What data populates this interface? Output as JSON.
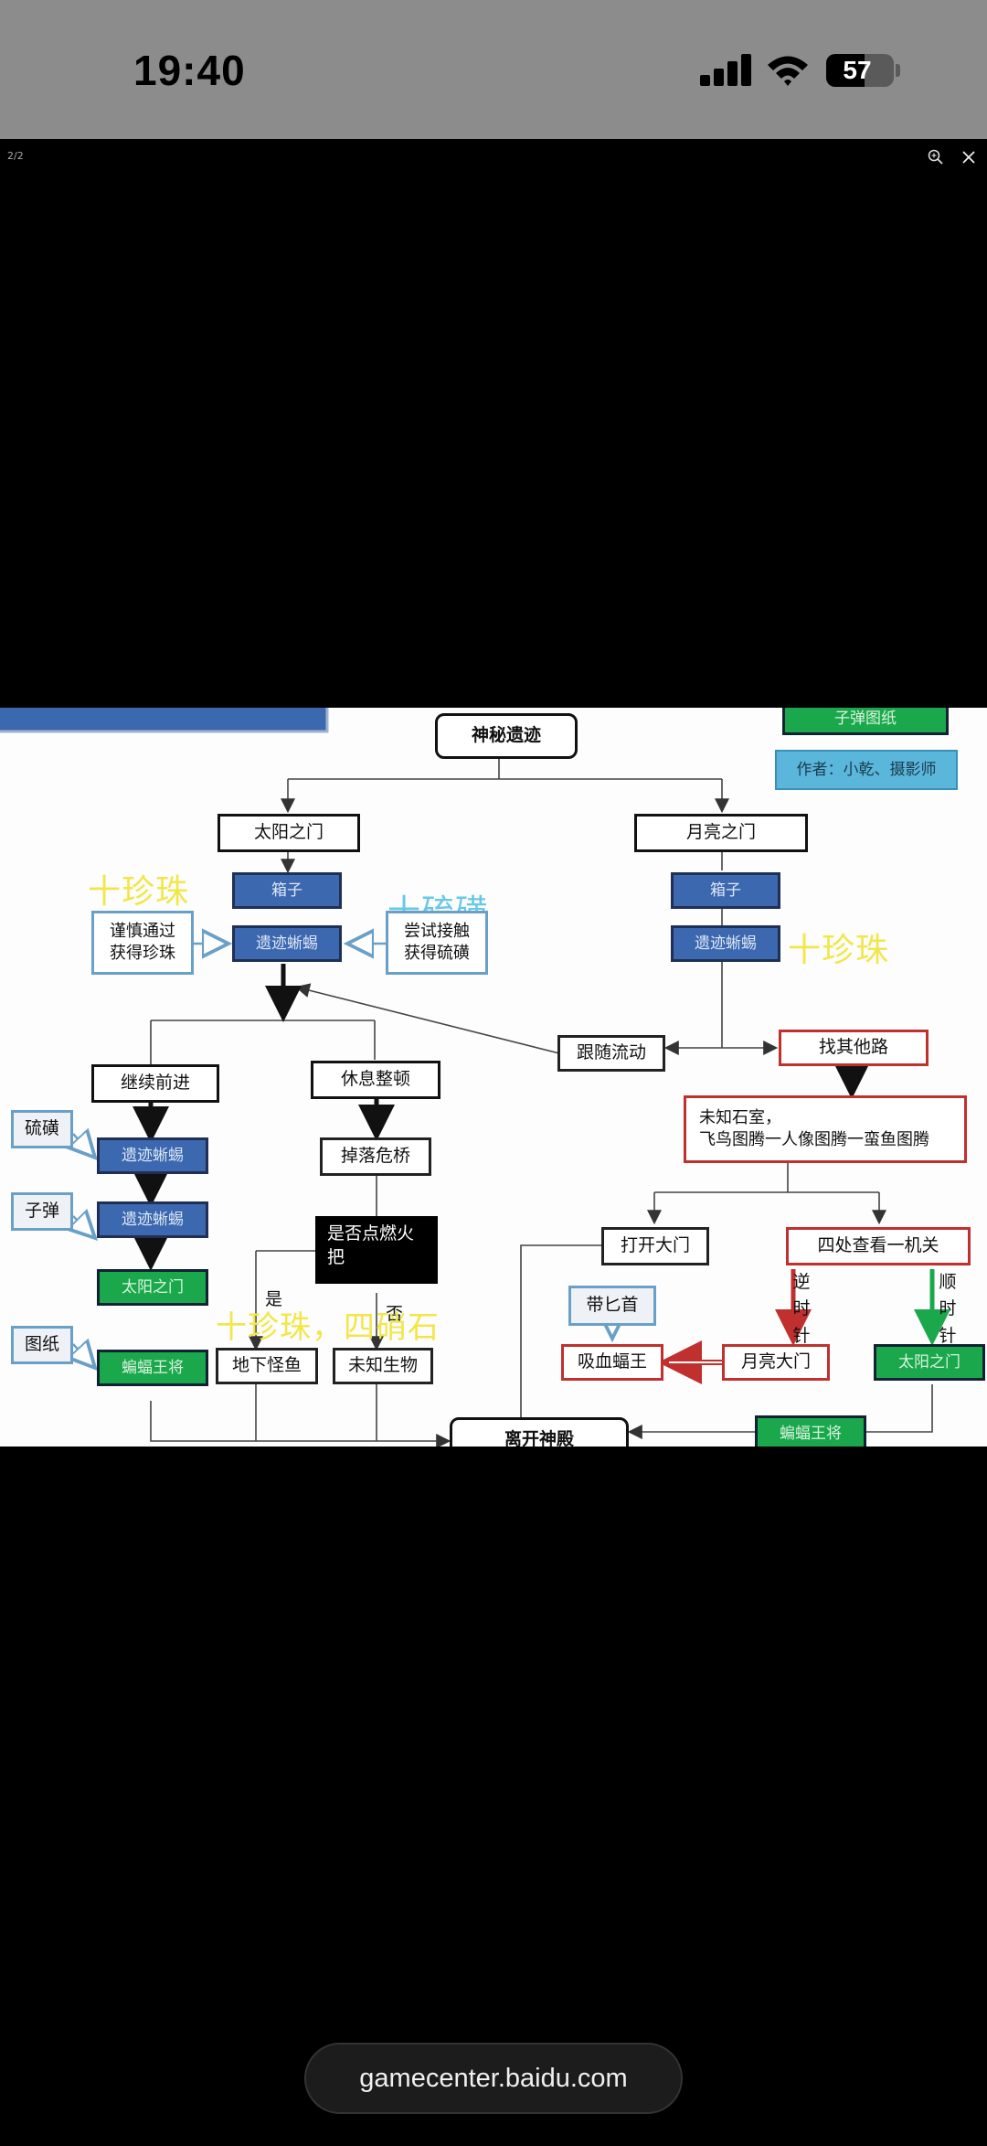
{
  "status_bar": {
    "time": "19:40",
    "battery": "57",
    "battery_level": 0.57
  },
  "viewer": {
    "counter": "2/2",
    "zoom_icon": "zoom-icon",
    "close_icon": "close-icon"
  },
  "flowchart": {
    "nodes": {
      "shenmi_yiji": "神秘遗迹",
      "zidan_tuzhi": "子弹图纸",
      "author": "作者：小乾、摄影师",
      "taiyang_zhimen": "太阳之门",
      "yueliang_zhimen": "月亮之门",
      "xiangzi_left": "箱子",
      "xiangzi_right": "箱子",
      "jinshen_tongguo": "谨慎通过\n获得珍珠",
      "changshi_jiechu": "尝试接触\n获得硫磺",
      "yiji_left": "遗迹蜥蜴",
      "yiji_right": "遗迹蜥蜴",
      "gensui_liudong": "跟随流动",
      "zhao_qitalu": "找其他路",
      "jixu_qianjin": "继续前进",
      "xiuxi_zhengdun": "休息整顿",
      "weizhi_shishi": "未知石室，\n飞鸟图腾一人像图腾一蛮鱼图腾",
      "liuhuang": "硫磺",
      "yiji_2": "遗迹蜥蜴",
      "diaoluo_weiqiao": "掉落危桥",
      "zidan": "子弹",
      "yiji_3": "遗迹蜥蜴",
      "shifou_dianhuoba": "是否点燃火把",
      "dakai_damen": "打开大门",
      "sichu_chakan": "四处查看一机关",
      "taiyang_zhimen_2": "太阳之门",
      "dai_bishou": "带匕首",
      "tuzhi": "图纸",
      "bianfu_wangjiang": "蝙蝠王将",
      "dixia_guaiyu": "地下怪鱼",
      "weizhi_shengwu": "未知生物",
      "xixue_bianwang": "吸血蝠王",
      "yueliang_damen": "月亮大门",
      "taiyang_zhimen_3": "太阳之门",
      "likai_shendian": "离开神殿",
      "bianfu_wangjiang_2": "蝙蝠王将"
    },
    "callouts": {
      "shizhenzhu_left": "十珍珠",
      "shiliuhuang": "十硫磺",
      "shizhenzhu_right": "十珍珠",
      "shizhenzhu_sixiaoshi": "十珍珠，四硝石"
    },
    "labels": {
      "shi": "是",
      "fou": "否",
      "nishizhen": "逆\n时\n针",
      "shunshizhen": "顺\n时\n针"
    },
    "colors": {
      "blue_box": "#3c68b0",
      "green_box": "#1ba84c",
      "red_border": "#c0302f",
      "callout_yellow": "#f2e64a",
      "callout_cyan": "#66c9e6"
    }
  },
  "url_bar": {
    "url": "gamecenter.baidu.com"
  }
}
